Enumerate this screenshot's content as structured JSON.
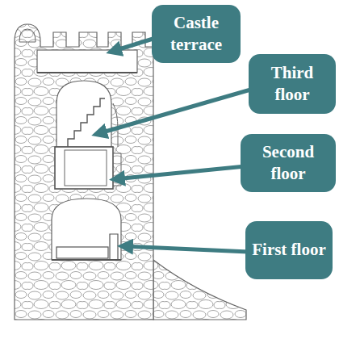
{
  "diagram": {
    "nodes": [
      {
        "text": [
          "Castle terrace"
        ]
      },
      {
        "text": [
          "Third floor"
        ]
      },
      {
        "text": [
          "Second floor"
        ]
      },
      {
        "text": [
          "First floor"
        ]
      }
    ]
  }
}
